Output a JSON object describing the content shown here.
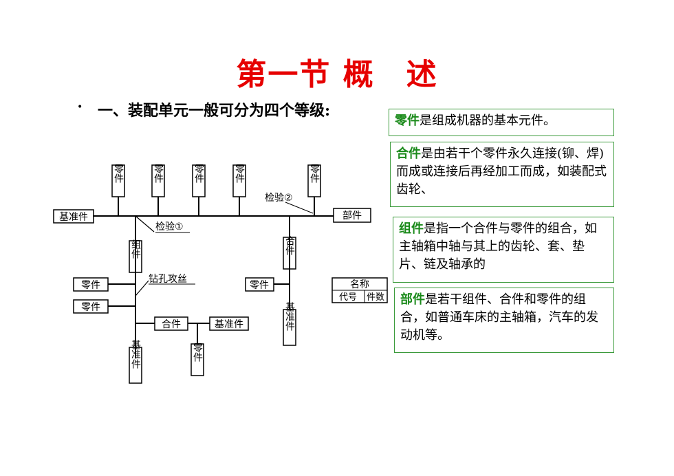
{
  "title": "第一节 概　述",
  "bullet": "•",
  "lead": "一、装配单元一般可分为四个等级:",
  "defs": {
    "part": {
      "term": "零件",
      "text": "是组成机器的基本元件。"
    },
    "combined": {
      "term": "合件",
      "text": "是由若干个零件永久连接(铆、焊)而成或连接后再经加工而成，如装配式齿轮、"
    },
    "group": {
      "term": "组件",
      "text": "是指一个合件与零件的组合，如主轴箱中轴与其上的齿轮、套、垫片、链及轴承的"
    },
    "component": {
      "term": "部件",
      "text": "是若干组件、合件和零件的组合，如普通车床的主轴箱，汽车的发动机等。"
    }
  },
  "diagram": {
    "base": "基准件",
    "part": "零件",
    "group": "组件",
    "combined": "合件",
    "component": "部件",
    "inspect1": "检验①",
    "inspect2": "检验②",
    "drill": "钻孔攻丝",
    "legend_name": "名称",
    "legend_code": "代号",
    "legend_count": "件数"
  }
}
